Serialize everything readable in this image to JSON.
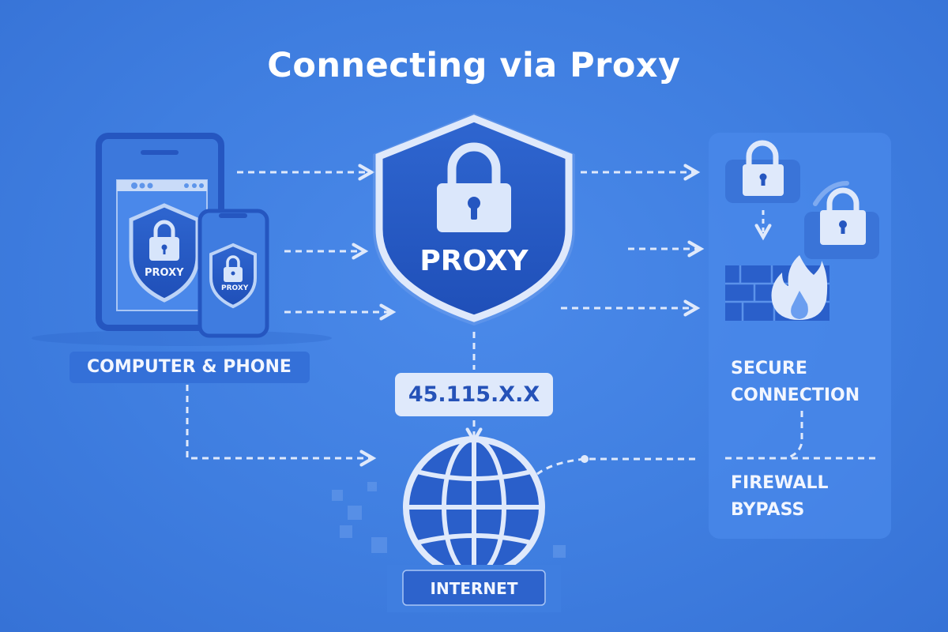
{
  "title": "Connecting via Proxy",
  "devices": {
    "label": "COMPUTER & PHONE",
    "tablet_shield": "PROXY",
    "phone_shield": "PROXY"
  },
  "proxy": {
    "label": "PROXY",
    "ip": "45.115.X.X"
  },
  "internet": {
    "label": "INTERNET"
  },
  "right_panel": {
    "secure_line1": "SECURE",
    "secure_line2": "CONNECTION",
    "firewall_line1": "FIREWALL",
    "firewall_line2": "BYPASS"
  },
  "colors": {
    "background": "#3f7ee0",
    "dark_blue": "#2356c2",
    "light": "#dfe9fb"
  },
  "icons": [
    "tablet-icon",
    "phone-icon",
    "shield-lock-icon",
    "lock-icon",
    "firewall-icon",
    "globe-icon"
  ]
}
